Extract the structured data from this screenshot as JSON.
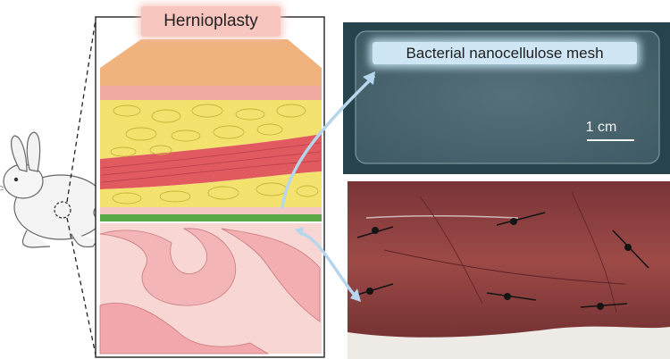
{
  "diagram": {
    "procedure_title": "Hernioplasty",
    "mesh_label": "Bacterial nanocellulose mesh",
    "scale_bar_label": "1 cm"
  },
  "colors": {
    "skin": "#f0b37e",
    "dermis": "#f1aaa0",
    "fat": "#f3e36e",
    "muscle": "#e05a60",
    "mesh_layer": "#5aa845",
    "peritoneum": "#f5c7c4",
    "viscera": "#f6c3c1",
    "arrow": "#b5d6ec",
    "mesh_photo_bg": "#27444c",
    "tissue_photo": "#8c3a3a"
  }
}
